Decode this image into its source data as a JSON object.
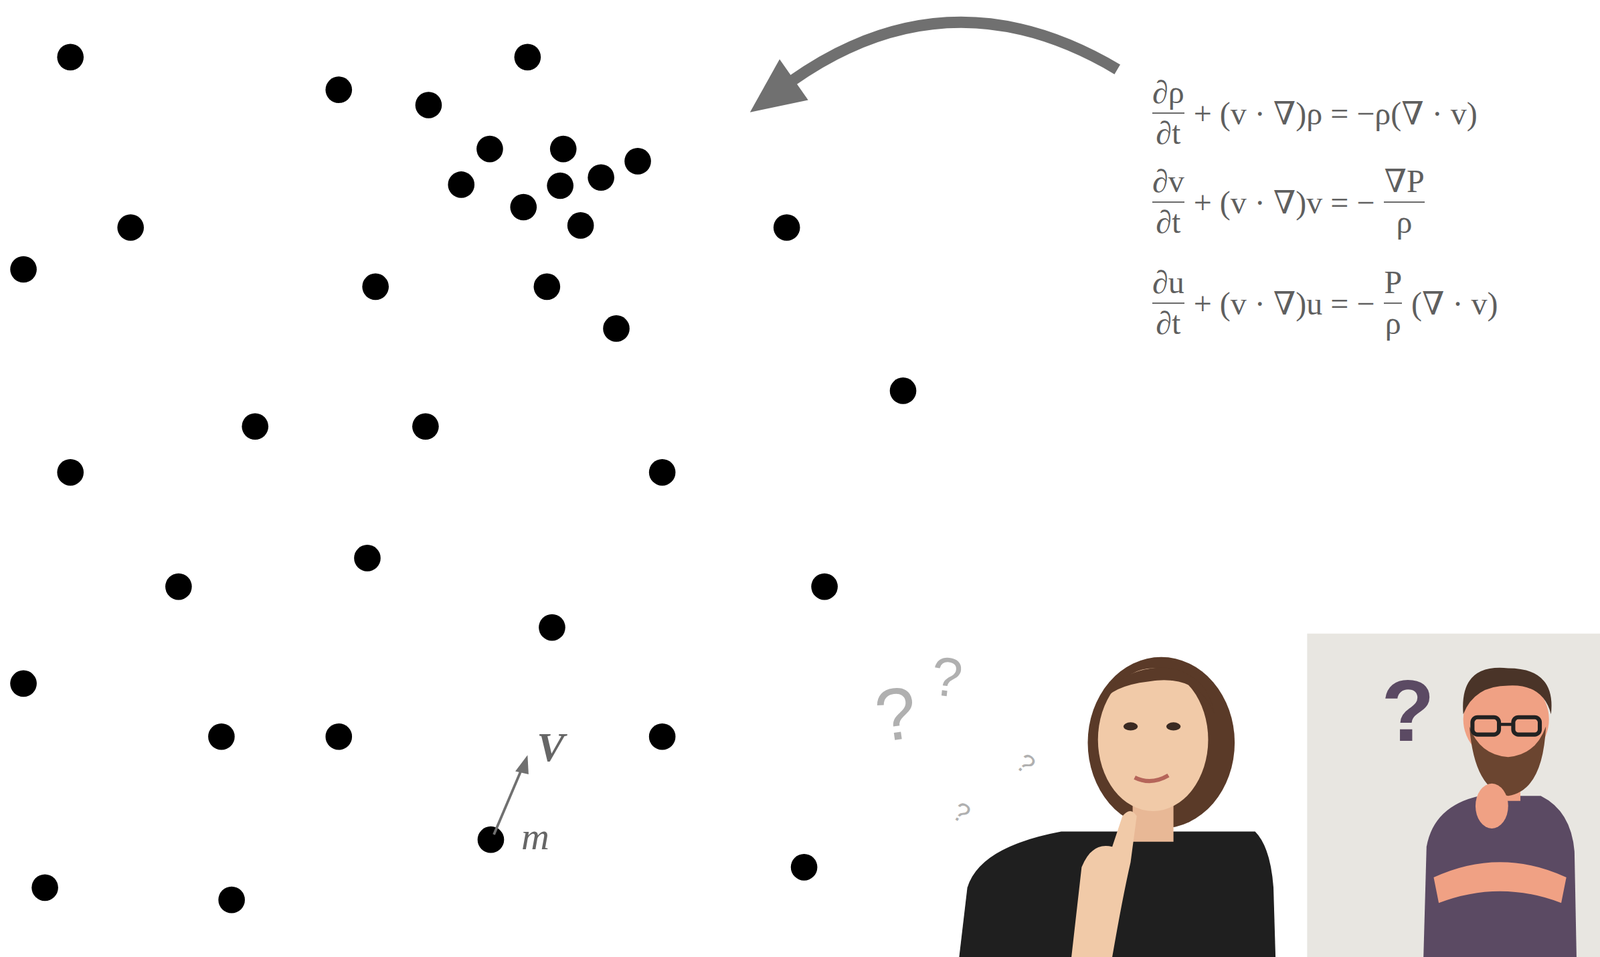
{
  "diagram": {
    "labels": [
      "∂ρ",
      "∂t",
      "+ (v · ∇)ρ = −ρ(∇ · v)",
      "∂v",
      "∂t",
      "+ (v · ∇)v = −",
      "∇P",
      "ρ",
      "∂u",
      "∂t",
      "+ (v · ∇)u = −",
      "P",
      "ρ",
      "(∇ · v)",
      "V",
      "m",
      "?",
      "?",
      "?",
      "?",
      "?"
    ]
  }
}
